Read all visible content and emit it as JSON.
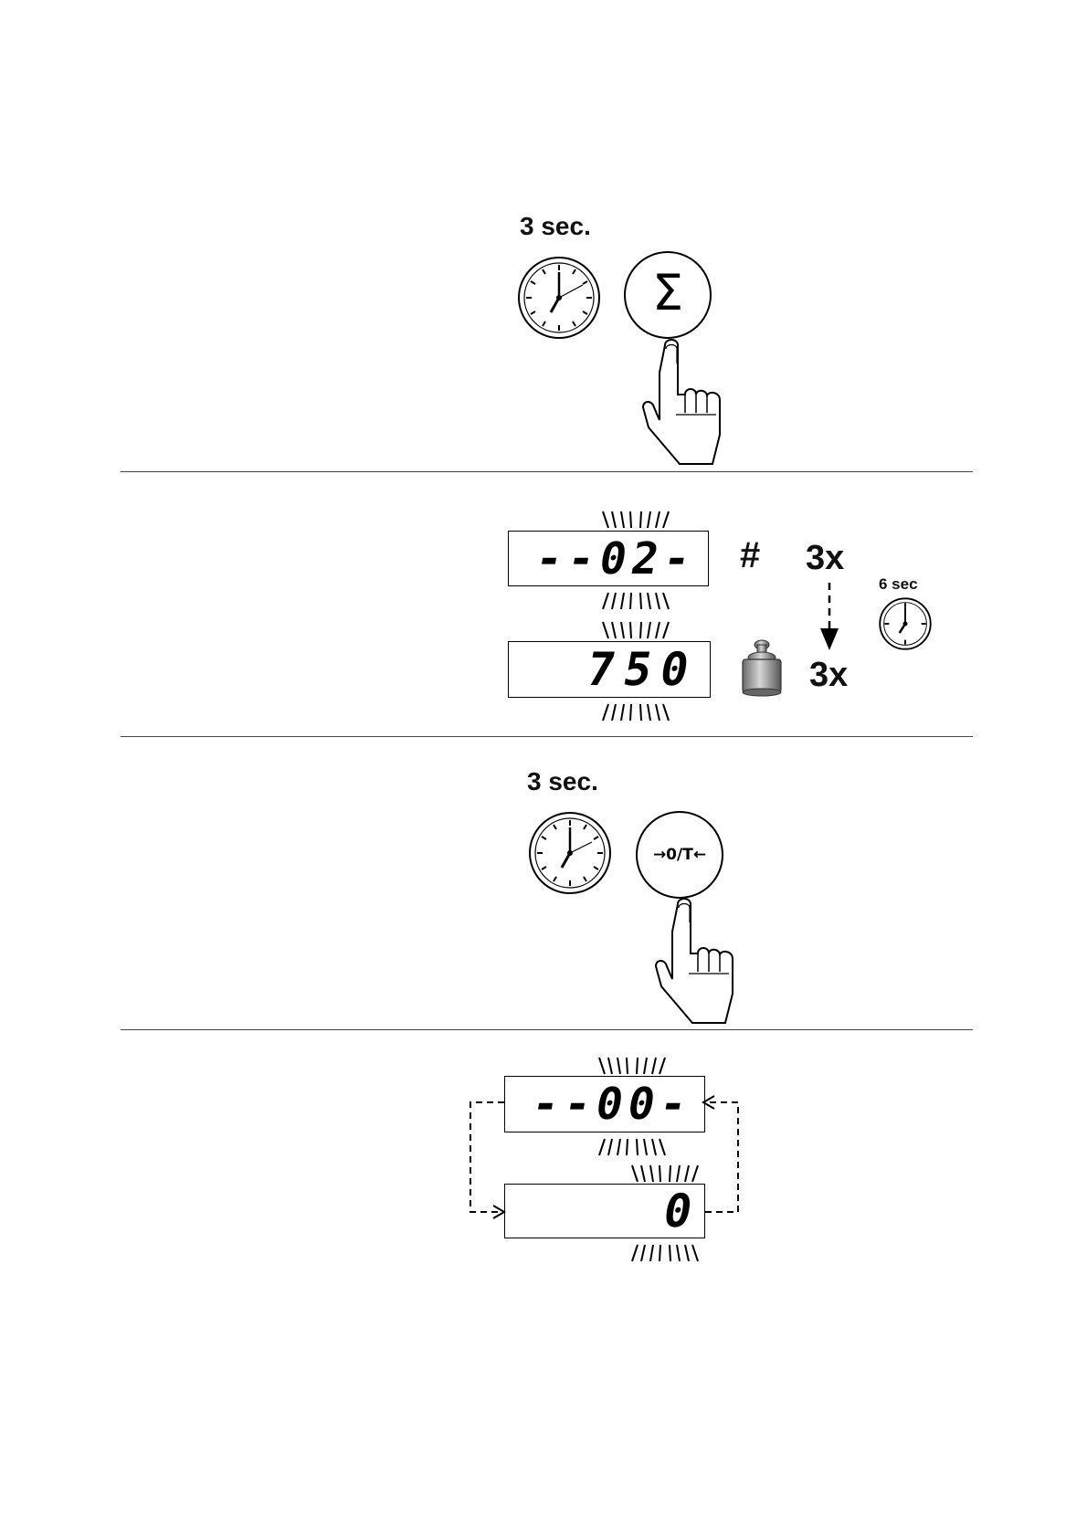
{
  "step1": {
    "time_label": "3 sec.",
    "key_symbol": "Σ"
  },
  "step2": {
    "display_top": "--02-",
    "display_bottom": "750",
    "hash_symbol": "#",
    "repeat_top": "3x",
    "repeat_bottom": "3x",
    "timer_label": "6 sec"
  },
  "step3": {
    "time_label": "3 sec.",
    "key_label": "→0/T←"
  },
  "step4": {
    "display_top": "--00-",
    "display_bottom": "0"
  }
}
